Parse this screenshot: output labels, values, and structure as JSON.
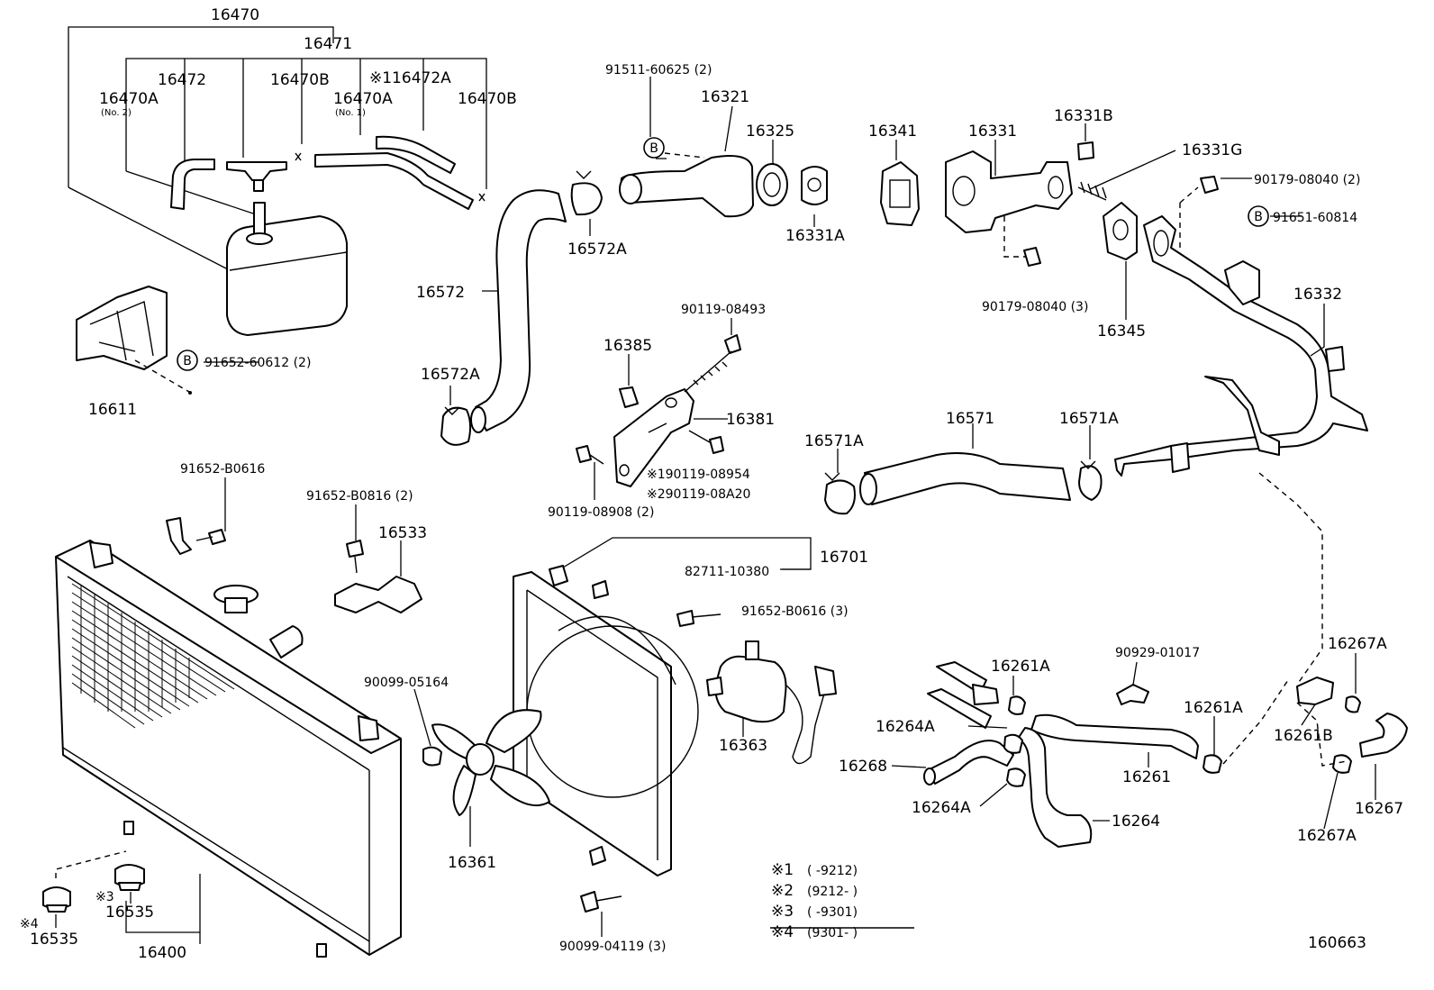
{
  "labels": {
    "p16470": "16470",
    "p16471": "16471",
    "p16472": "16472",
    "p16470B_a": "16470B",
    "p116472A": "※116472A",
    "p16470A_2": "16470A",
    "p16470A_2_note": "(No. 2)",
    "p16470A_1": "16470A",
    "p16470A_1_note": "(No. 1)",
    "p16470B_b": "16470B",
    "p91652_60612": "91652-60612 (2)",
    "p16611": "16611",
    "p91511_60625": "91511-60625 (2)",
    "p16321": "16321",
    "p16325": "16325",
    "p16331A": "16331A",
    "p16572A_a": "16572A",
    "p16572": "16572",
    "p16572A_b": "16572A",
    "p16341": "16341",
    "p16331": "16331",
    "p16331B": "16331B",
    "p16331G": "16331G",
    "p90179_08040_2": "90179-08040 (2)",
    "p91651_60814": "91651-60814",
    "p90179_08040_3": "90179-08040 (3)",
    "p16345": "16345",
    "p16332": "16332",
    "p90119_08493": "90119-08493",
    "p16385": "16385",
    "p16381": "16381",
    "p90119_08954": "※190119-08954",
    "p90119_08A20": "※290119-08A20",
    "p90119_08908": "90119-08908 (2)",
    "p16571A_a": "16571A",
    "p16571": "16571",
    "p16571A_b": "16571A",
    "p91652_B0616": "91652-B0616",
    "p91652_B0816": "91652-B0816 (2)",
    "p16533": "16533",
    "p16701": "16701",
    "p82711_10380": "82711-10380",
    "p91652_B0616_3": "91652-B0616 (3)",
    "p90099_05164": "90099-05164",
    "p16363": "16363",
    "p16361": "16361",
    "p90099_04119": "90099-04119 (3)",
    "p16261A_a": "16261A",
    "p90929_01017": "90929-01017",
    "p16267A_a": "16267A",
    "p16264A_a": "16264A",
    "p16261A_b": "16261A",
    "p16261B": "16261B",
    "p16268": "16268",
    "p16261": "16261",
    "p16264A_b": "16264A",
    "p16264": "16264",
    "p16267": "16267",
    "p16267A_b": "16267A",
    "p16535_a": "16535",
    "p16535_a_mark": "※4",
    "p16535_b": "16535",
    "p16535_b_mark": "※3",
    "p16400": "16400",
    "diagram_no": "160663",
    "b_marker": "B"
  },
  "legend": [
    {
      "mark": "※1",
      "range": "(      -9212)"
    },
    {
      "mark": "※2",
      "range": "(9212-       )"
    },
    {
      "mark": "※3",
      "range": "(      -9301)"
    },
    {
      "mark": "※4",
      "range": "(9301-       )"
    }
  ]
}
